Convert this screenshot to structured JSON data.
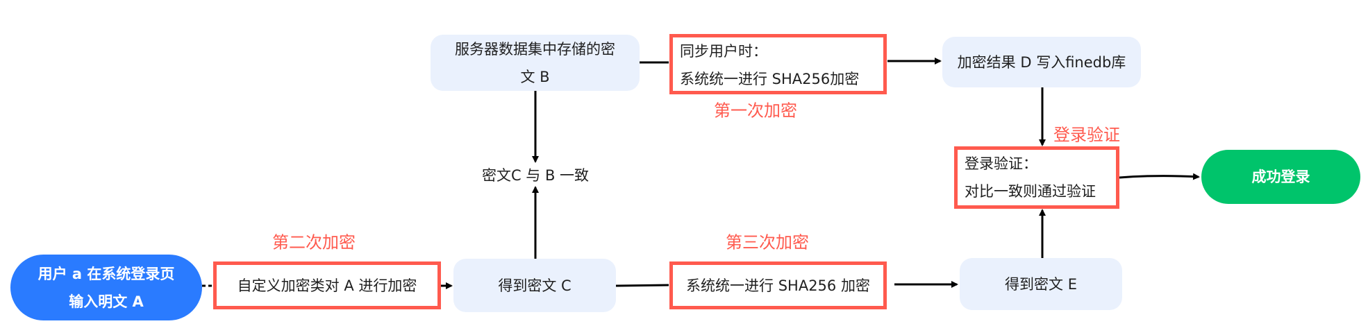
{
  "colors": {
    "start": "#2a7bff",
    "success": "#00c46b",
    "highlight": "#ff5a4e",
    "box": "#eaf1fd"
  },
  "nodes": {
    "start": {
      "line1": "用户 a 在系统登录页",
      "line2": "输入明文 A"
    },
    "custom_encrypt": "自定义加密类对 A 进行加密",
    "cipher_c": "得到密文 C",
    "cipher_b": {
      "line1": "服务器数据集中存储的密",
      "line2": "文 B"
    },
    "c_equals_b": "密文C 与 B 一致",
    "sync_sha": {
      "line1": "同步用户时：",
      "line2": "系统统一进行 SHA256加密"
    },
    "result_d": "加密结果 D 写入finedb库",
    "verify": {
      "line1": "登录验证：",
      "line2": "对比一致则通过验证"
    },
    "success": "成功登录",
    "sha_encrypt": "系统统一进行 SHA256 加密",
    "cipher_e": "得到密文 E"
  },
  "labels": {
    "first": "第一次加密",
    "second": "第二次加密",
    "third": "第三次加密",
    "verify": "登录验证"
  }
}
